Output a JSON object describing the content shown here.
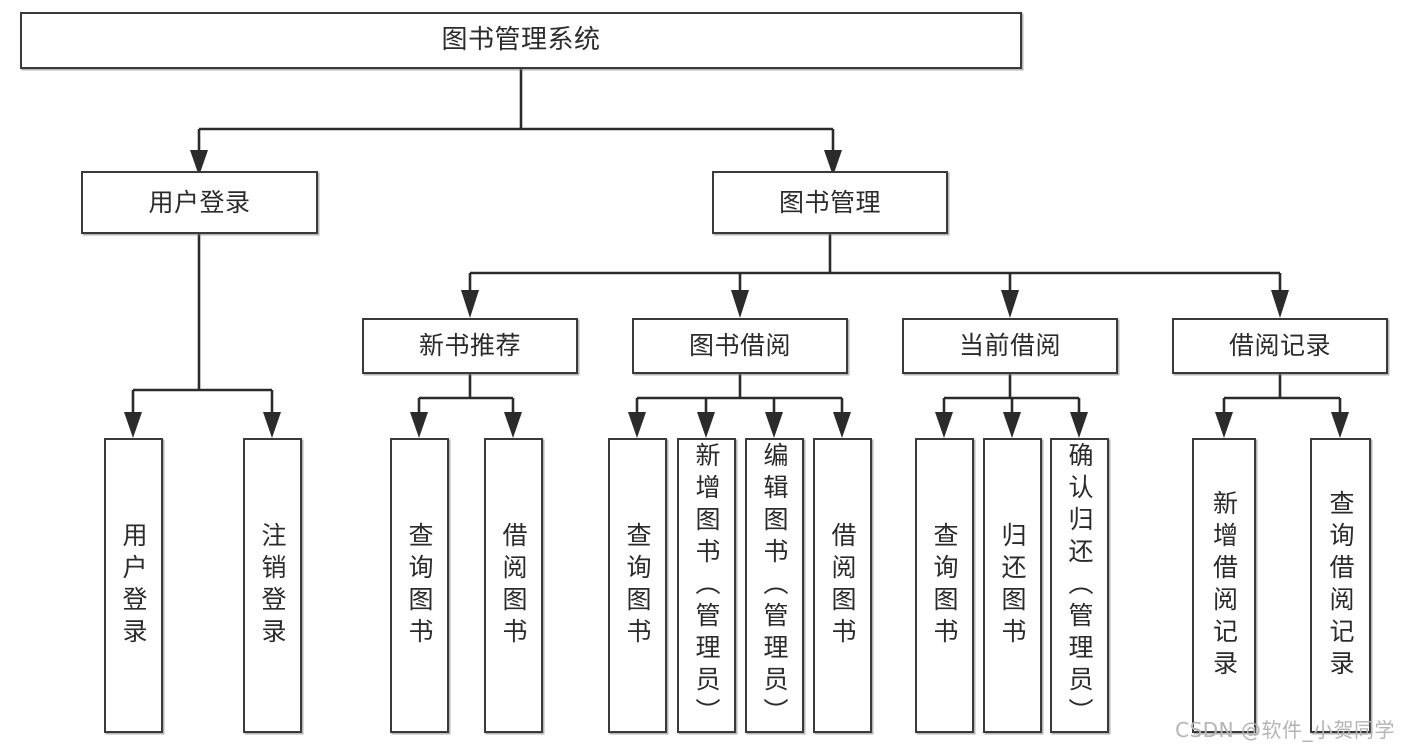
{
  "diagram": {
    "title": "图书管理系统",
    "type": "tree",
    "theme": {
      "background": "#ffffff",
      "box_border": "#3a3a3a",
      "box_fill": "#ffffff",
      "text": "#2b2b2b",
      "edge": "#2b2b2b",
      "watermark": "#b4b4b4"
    }
  },
  "nodes": {
    "root": {
      "label": "图书管理系统",
      "level": 1
    },
    "level2": [
      {
        "id": "user-login",
        "label": "用户登录"
      },
      {
        "id": "book-manage",
        "label": "图书管理"
      }
    ],
    "level3": [
      {
        "id": "new-book-recommend",
        "label": "新书推荐"
      },
      {
        "id": "book-borrow",
        "label": "图书借阅"
      },
      {
        "id": "current-borrow",
        "label": "当前借阅"
      },
      {
        "id": "borrow-record",
        "label": "借阅记录"
      }
    ],
    "leaves": {
      "user_login": [
        {
          "id": "leaf-user-login",
          "label": "用户登录"
        },
        {
          "id": "leaf-logout",
          "label": "注销登录"
        }
      ],
      "new_book_recommend": [
        {
          "id": "leaf-query-book-1",
          "label": "查询图书"
        },
        {
          "id": "leaf-borrow-book-1",
          "label": "借阅图书"
        }
      ],
      "book_borrow": [
        {
          "id": "leaf-query-book-2",
          "label": "查询图书"
        },
        {
          "id": "leaf-add-book",
          "label": "新增图书（管理员）"
        },
        {
          "id": "leaf-edit-book",
          "label": "编辑图书（管理员）"
        },
        {
          "id": "leaf-borrow-book-2",
          "label": "借阅图书"
        }
      ],
      "current_borrow": [
        {
          "id": "leaf-query-book-3",
          "label": "查询图书"
        },
        {
          "id": "leaf-return-book",
          "label": "归还图书"
        },
        {
          "id": "leaf-confirm-return",
          "label": "确认归还（管理员）"
        }
      ],
      "borrow_record": [
        {
          "id": "leaf-add-record",
          "label": "新增借阅记录"
        },
        {
          "id": "leaf-query-record",
          "label": "查询借阅记录"
        }
      ]
    }
  },
  "watermark": {
    "text": "CSDN @软件_小贺同学"
  }
}
